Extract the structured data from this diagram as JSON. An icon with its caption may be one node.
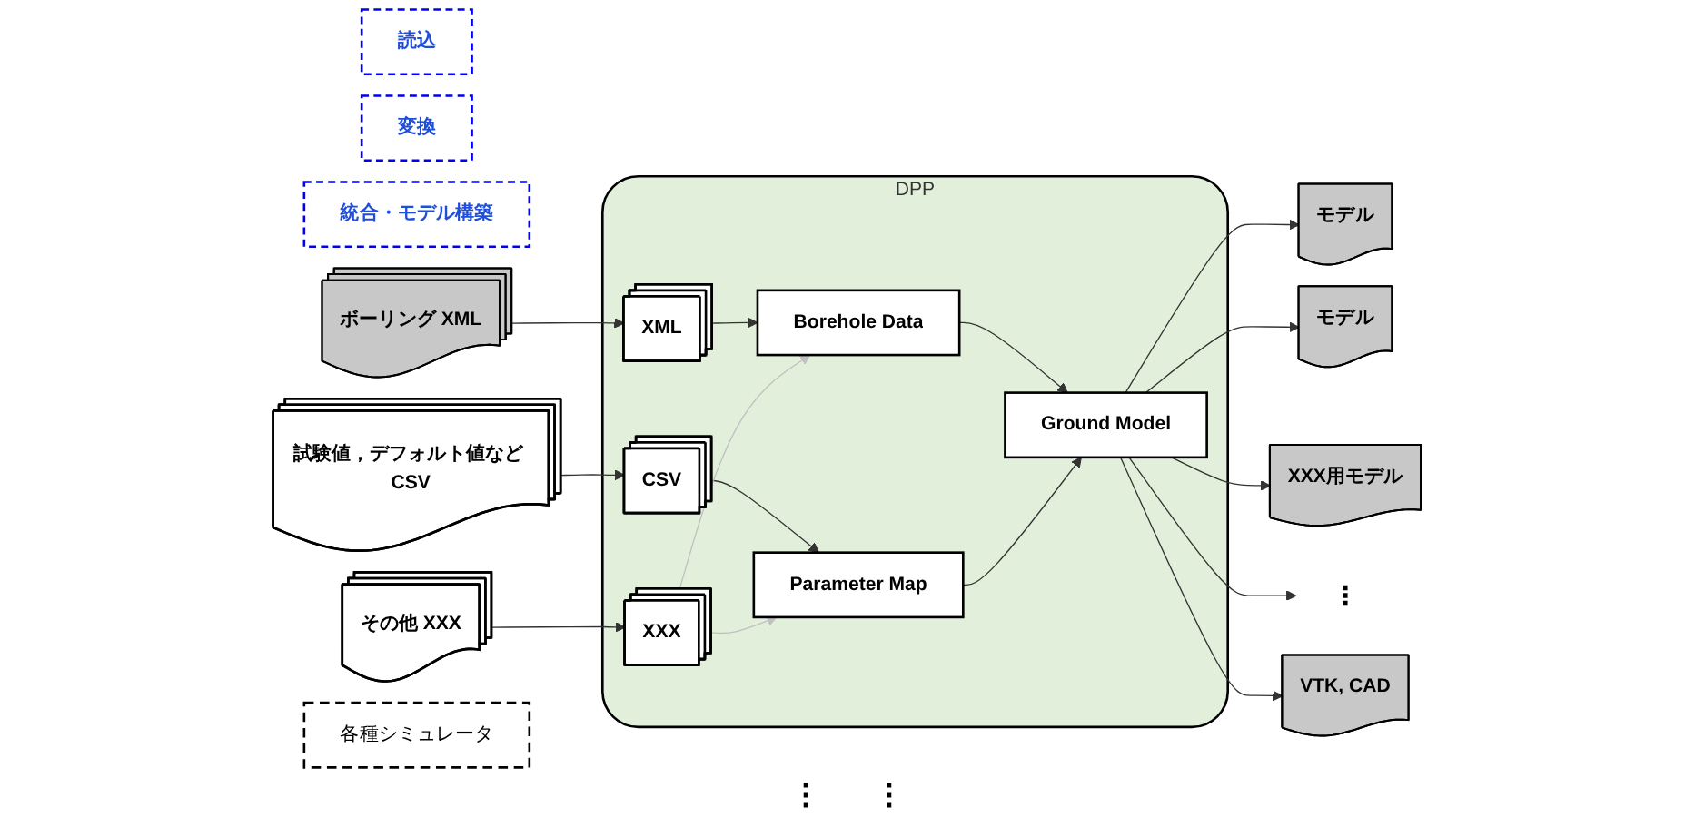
{
  "diagram": {
    "nodes": [
      {
        "text": [
          "読込"
        ]
      },
      {
        "text": [
          "変換"
        ]
      },
      {
        "text": [
          "統合・モデル構築"
        ]
      },
      {
        "text": [
          "DPP"
        ]
      },
      {
        "text": [
          "ボーリング XML"
        ]
      },
      {
        "text": [
          "試験値，デフォルト値など CSV"
        ]
      },
      {
        "text": [
          "その他 XXX"
        ]
      },
      {
        "text": [
          "XML"
        ],
        "in": 3
      },
      {
        "text": [
          "CSV"
        ],
        "in": 3
      },
      {
        "text": [
          "XXX"
        ],
        "in": 3
      },
      {
        "text": [
          "Borehole Data"
        ],
        "in": 3
      },
      {
        "text": [
          "Parameter Map"
        ],
        "in": 3
      },
      {
        "text": [
          "Ground Model"
        ],
        "in": 3
      },
      {
        "text": [
          "モデル"
        ]
      },
      {
        "text": [
          "モデル"
        ]
      },
      {
        "text": [
          "XXX用モデル"
        ]
      },
      {
        "text": [
          "VTK, CAD"
        ]
      },
      {
        "text": [
          "各種シミュレータ"
        ]
      },
      {
        "text": [
          "⋮"
        ]
      }
    ],
    "edges": [
      {
        "from": 4,
        "to": 7,
        "arrow": "to"
      },
      {
        "from": 5,
        "to": 8,
        "arrow": "to"
      },
      {
        "from": 6,
        "to": 9,
        "arrow": "to"
      },
      {
        "from": 7,
        "to": 10,
        "arrow": "to"
      },
      {
        "from": 8,
        "to": 11,
        "arrow": "to"
      },
      {
        "from": 9,
        "to": 10,
        "arrow": "to",
        "color": "#c0c0c0"
      },
      {
        "from": 9,
        "to": 11,
        "arrow": "to",
        "color": "#c0c0c0"
      },
      {
        "from": 10,
        "to": 12,
        "arrow": "to"
      },
      {
        "from": 11,
        "to": 12,
        "arrow": "to"
      },
      {
        "from": 12,
        "to": 13,
        "arrow": "to"
      },
      {
        "from": 12,
        "to": 14,
        "arrow": "to"
      },
      {
        "from": 12,
        "to": 15,
        "arrow": "to"
      },
      {
        "from": 12,
        "to": 18,
        "arrow": "to"
      },
      {
        "from": 12,
        "to": 16,
        "arrow": "to"
      }
    ],
    "labels": [
      "⋮",
      "⋮"
    ]
  }
}
